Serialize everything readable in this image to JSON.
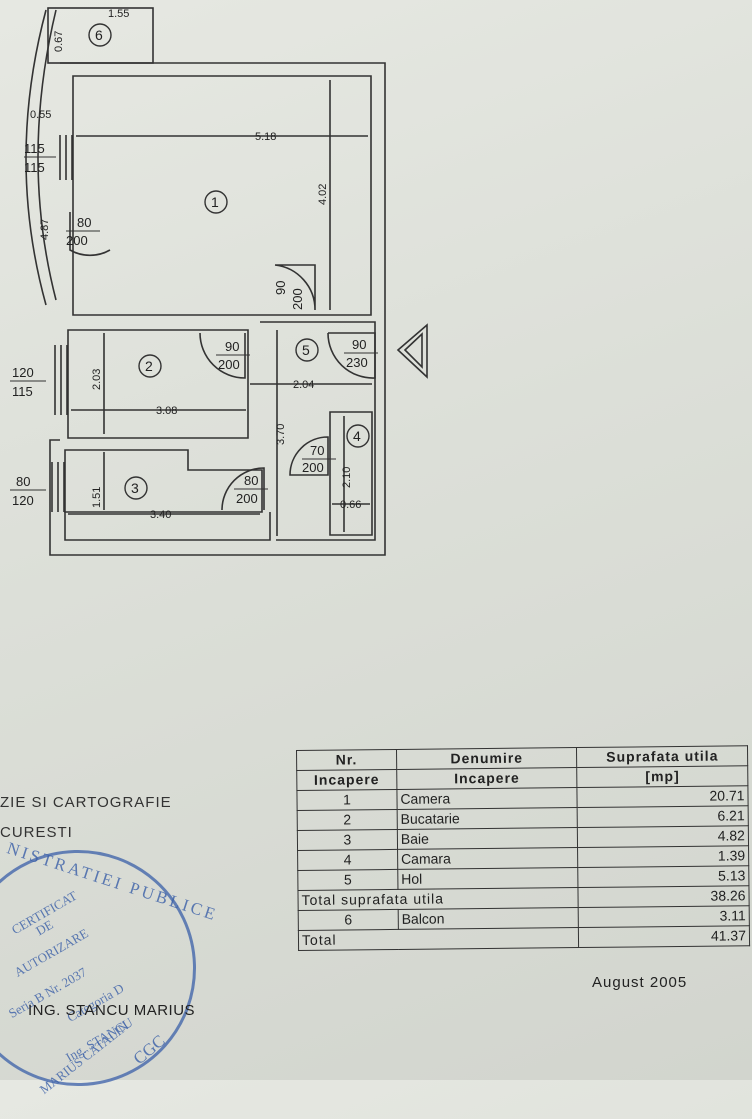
{
  "plan": {
    "room_numbers": [
      "1",
      "2",
      "3",
      "4",
      "5",
      "6"
    ],
    "dimensions": {
      "balcony_width": "1.55",
      "balcony_depth": "0.67",
      "balcony_side": "0.55",
      "balcony_length": "4.87",
      "room1_width": "5.18",
      "room1_depth": "4.02",
      "room2_depth": "2.03",
      "room2_width": "3.08",
      "room3_depth": "1.51",
      "room3_width": "3.40",
      "hall_width": "2.04",
      "hall_length": "3.70",
      "closet_depth": "2.10",
      "closet_width": "0.66"
    },
    "openings": {
      "window1_top": "115",
      "window1_bottom": "115",
      "door1_top": "80",
      "door1_bottom": "200",
      "door_room1_top": "90",
      "door_room1_bottom": "200",
      "door2_top": "90",
      "door2_bottom": "200",
      "entrance_top": "90",
      "entrance_bottom": "230",
      "window2_top": "120",
      "window2_bottom": "115",
      "door_closet_top": "70",
      "door_closet_bottom": "200",
      "door3_top": "80",
      "door3_bottom": "200",
      "window3_top": "80",
      "window3_bottom": "120"
    }
  },
  "table": {
    "header": {
      "nr": "Nr.",
      "nr2": "Incapere",
      "name": "Denumire",
      "name2": "Incapere",
      "area": "Suprafata utila",
      "area2": "[mp]"
    },
    "rows": [
      {
        "nr": "1",
        "name": "Camera",
        "area": "20.71"
      },
      {
        "nr": "2",
        "name": "Bucatarie",
        "area": "6.21"
      },
      {
        "nr": "3",
        "name": "Baie",
        "area": "4.82"
      },
      {
        "nr": "4",
        "name": "Camara",
        "area": "1.39"
      },
      {
        "nr": "5",
        "name": "Hol",
        "area": "5.13"
      }
    ],
    "subtotal_label": "Total suprafata utila",
    "subtotal_value": "38.26",
    "balcony": {
      "nr": "6",
      "name": "Balcon",
      "area": "3.11"
    },
    "total_label": "Total",
    "total_value": "41.37"
  },
  "footer": {
    "institute_line1": "ZIE SI CARTOGRAFIE",
    "institute_line2": "CURESTI",
    "date": "August 2005",
    "engineer": "ING. STANCU MARIUS"
  },
  "stamp": {
    "ring_text": "NISTRATIEI PUBLICE",
    "line1": "CERTIFICAT",
    "line2": "DE",
    "line3": "AUTORIZARE",
    "line4": "Seria B Nr. 2037",
    "line5": "Categoria D",
    "line6": "Ing. STANCU",
    "line7": "MARIUS CATALIN",
    "line8": "CGC"
  }
}
